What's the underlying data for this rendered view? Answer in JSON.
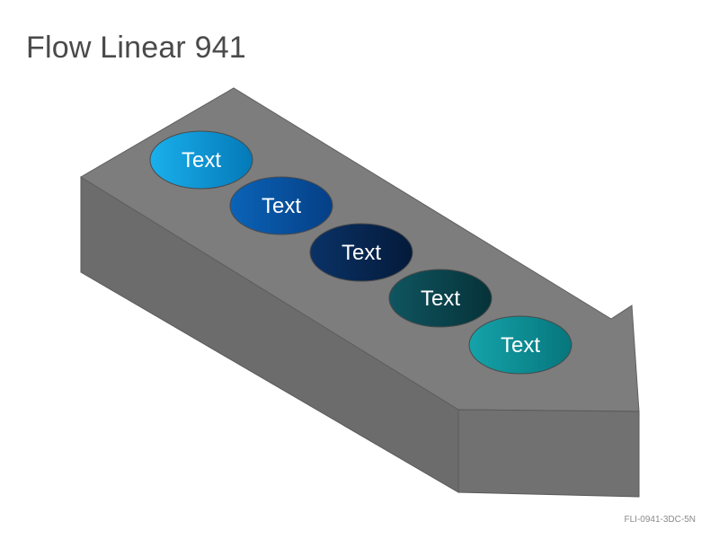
{
  "title": "Flow Linear 941",
  "footer_code": "FLI-0941-3DC-5N",
  "colors": {
    "arrow_top": "#7d7d7d",
    "arrow_side": "#6c6c6c",
    "arrow_head_front": "#727272"
  },
  "steps": [
    {
      "label": "Text",
      "color_light": "#1ab0ec",
      "color_dark": "#0479b8"
    },
    {
      "label": "Text",
      "color_light": "#0b63b7",
      "color_dark": "#053f86"
    },
    {
      "label": "Text",
      "color_light": "#0a3266",
      "color_dark": "#041a3a"
    },
    {
      "label": "Text",
      "color_light": "#0f5560",
      "color_dark": "#063238"
    },
    {
      "label": "Text",
      "color_light": "#14a3a9",
      "color_dark": "#06767c"
    }
  ]
}
